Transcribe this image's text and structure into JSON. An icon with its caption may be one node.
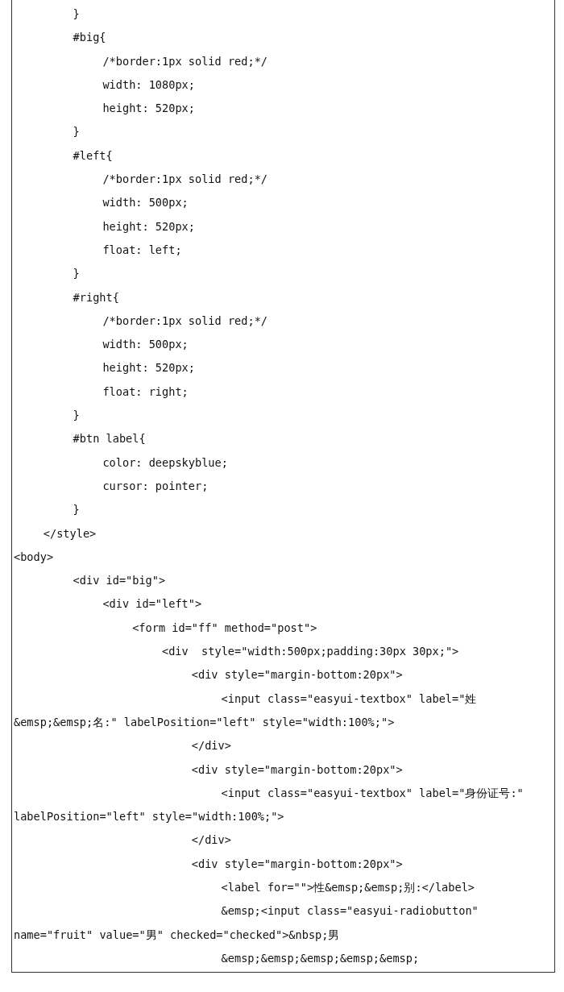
{
  "diagram": {
    "labels": [
      "}",
      "#big{",
      "/*border:1px solid red;*/",
      "width: 1080px;",
      "height: 520px;",
      "}",
      "#left{",
      "/*border:1px solid red;*/",
      "width: 500px;",
      "height: 520px;",
      "float: left;",
      "}",
      "#right{",
      "/*border:1px solid red;*/",
      "width: 500px;",
      "height: 520px;",
      "float: right;",
      "}",
      "#btn label{",
      "color: deepskyblue;",
      "cursor: pointer;",
      "}",
      "</style>",
      "<body>",
      "<div id=\"big\">",
      "<div id=\"left\">",
      "<form id=\"ff\" method=\"post\">",
      "<div  style=\"width:500px;padding:30px 30px;\">",
      "<div style=\"margin-bottom:20px\">",
      "<input class=\"easyui-textbox\" label=\"姓 &emsp;&emsp;名:\" labelPosition=\"left\" style=\"width:100%;\">",
      "</div>",
      "<div style=\"margin-bottom:20px\">",
      "<input class=\"easyui-textbox\" label=\"身份证号:\" labelPosition=\"left\" style=\"width:100%;\">",
      "</div>",
      "<div style=\"margin-bottom:20px\">",
      "<label for=\"\">性&emsp;&emsp;别:</label>",
      "&emsp;<input class=\"easyui-radiobutton\" name=\"fruit\" value=\"男\" checked=\"checked\">&nbsp;男",
      "&emsp;&emsp;&emsp;&emsp;&emsp;"
    ]
  }
}
